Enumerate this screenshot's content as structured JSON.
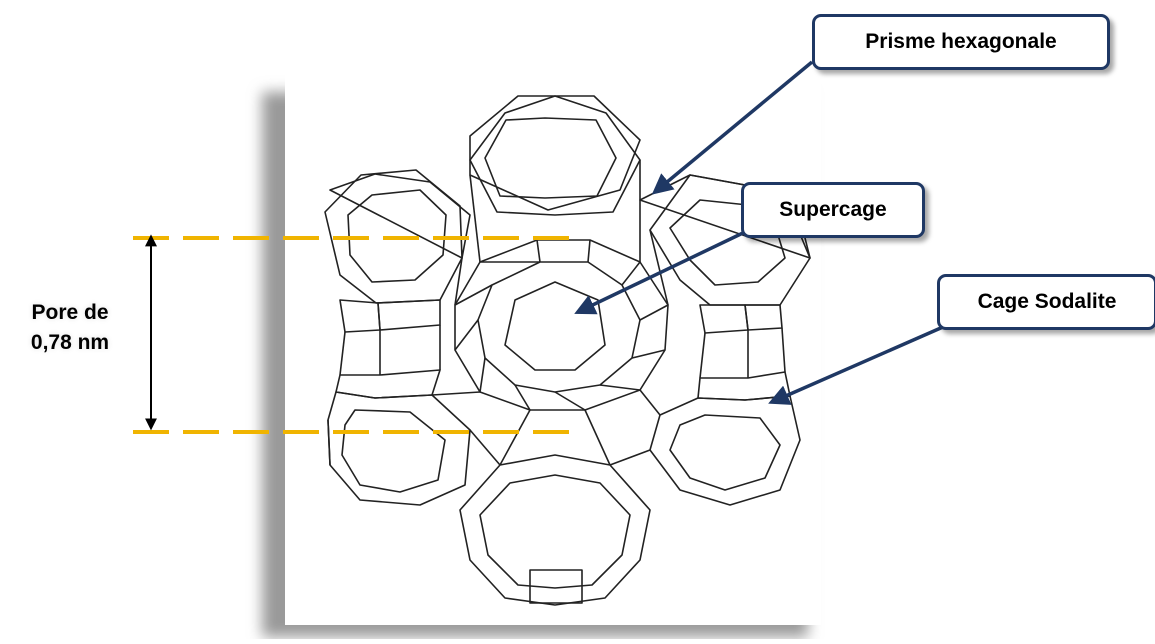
{
  "callouts": {
    "prisme": "Prisme hexagonale",
    "supercage": "Supercage",
    "sodalite": "Cage Sodalite"
  },
  "pore": {
    "line1": "Pore de",
    "line2": "0,78 nm"
  },
  "colors": {
    "callout_border": "#1f3864",
    "arrow": "#1f3864",
    "dashed_guide": "#f0b400",
    "structure_line": "#222222"
  }
}
